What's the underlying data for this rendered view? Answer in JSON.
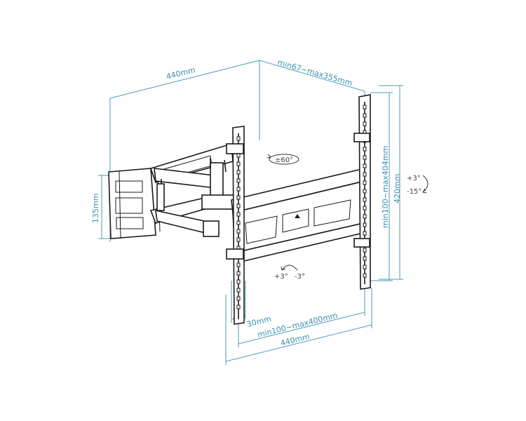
{
  "dimensions": {
    "top_width": "440mm",
    "reach": "min67~max355mm",
    "wall_plate_height": "135mm",
    "vesa_vertical": "min100~max404mm",
    "rail_height": "420mm",
    "rail_width": "30mm",
    "vesa_horizontal": "min100~max400mm",
    "bottom_width": "440mm"
  },
  "angles": {
    "swivel": "±60°",
    "tilt_up": "+3°",
    "tilt_down": "-15°",
    "level_plus": "+3°",
    "level_minus": "-3°"
  },
  "colors": {
    "dimension": "#4a9bb8",
    "ink": "#1a1a1a"
  }
}
